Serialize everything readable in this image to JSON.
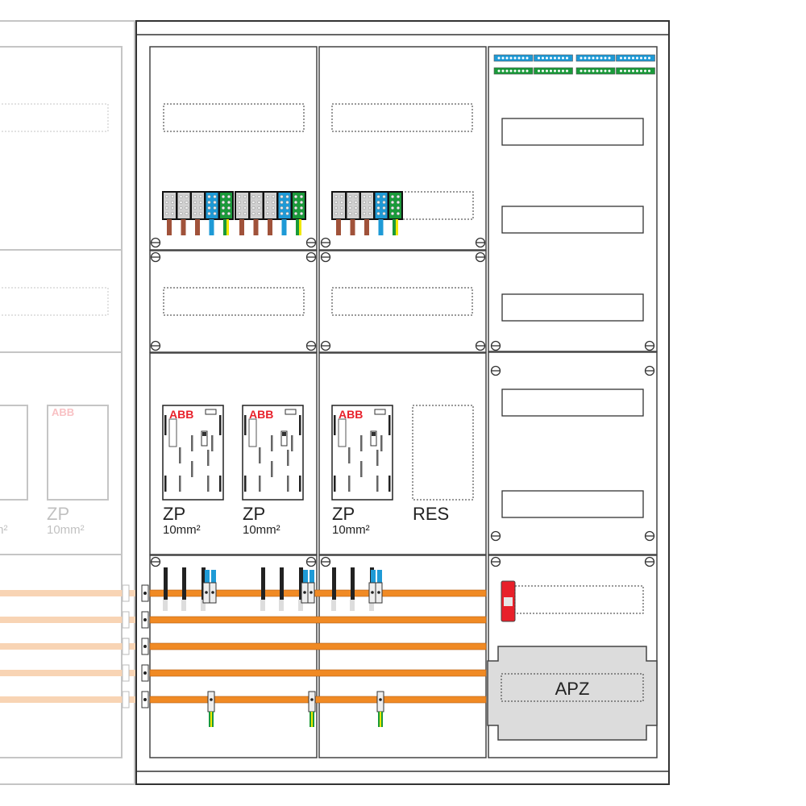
{
  "brand_label": "ABB",
  "meters": [
    {
      "label": "ZP",
      "sublabel": "10mm²"
    },
    {
      "label": "ZP",
      "sublabel": "10mm²"
    },
    {
      "label": "ZP",
      "sublabel": "10mm²"
    }
  ],
  "reserve_label": "RES",
  "apz_label": "APZ",
  "faded_cabinet": {
    "meters": [
      {
        "label": "ZP",
        "sublabel": "m²"
      }
    ]
  },
  "colors": {
    "busbar": "#f08a24",
    "busbar_faded": "#f8d4b4",
    "neutral_blue": "#1e9ad6",
    "pe_green": "#1a9a3a",
    "pe_yellow": "#f0e800",
    "phase_brown": "#a0523a",
    "frame": "#333333",
    "abb_red": "#e8202a",
    "apz_grey": "#dcdcdc"
  }
}
